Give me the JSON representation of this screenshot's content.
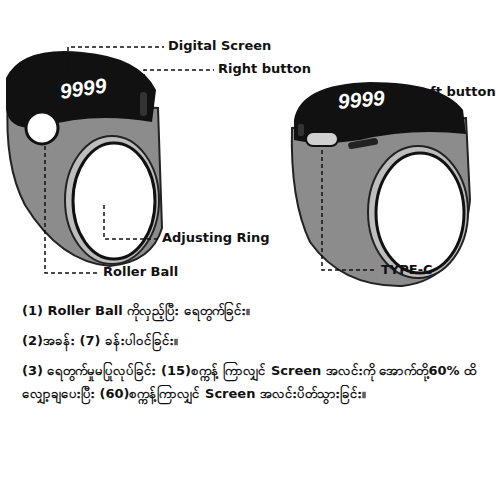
{
  "diagram": {
    "labels": [
      "Digital Screen",
      "Right button",
      "Left button",
      "9999",
      "9999",
      "Adjusting Ring",
      "TYPE-C",
      "Roller Ball",
      "(1) Roller Ball ကိုလှည့်ပြီး ရေတွက်ခြင်း။",
      "(2)အခန်း (7) ခန်းပါဝင်ခြင်း။",
      "(3) ရေတွက်မှုမပြုလုပ်ခြင်း (15)စက္ကန့် ကြာလျှင် Screen အလင်းကို အောက်တို့60% ထိလျှော့ချပေးပြီး (60)စက္ကန့်ကြာလျှင် Screen အလင်းပိတ်သွားခြင်း။"
    ]
  }
}
